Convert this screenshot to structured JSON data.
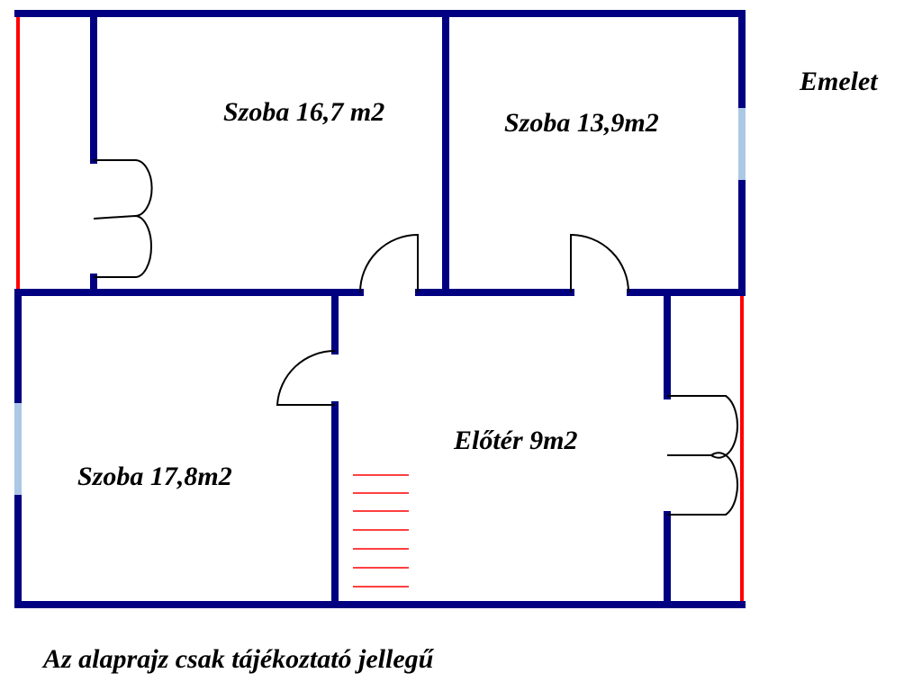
{
  "floor_name": "Emelet",
  "disclaimer": "Az alaprajz csak tájékoztató jellegű",
  "rooms": [
    {
      "id": "room-top-left",
      "label": "Szoba 16,7 m2"
    },
    {
      "id": "room-top-right",
      "label": "Szoba 13,9m2"
    },
    {
      "id": "room-bottom-left",
      "label": "Szoba 17,8m2"
    },
    {
      "id": "hallway",
      "label": "Előtér 9m2"
    }
  ],
  "colors": {
    "wall": "#000080",
    "exterior_red_wall": "#ff0000",
    "window": "#adc8e6",
    "door": "#000000",
    "stairs": "#ff0000",
    "background": "#ffffff"
  }
}
